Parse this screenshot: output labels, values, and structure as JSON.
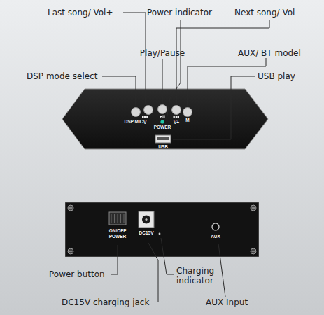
{
  "diagram": {
    "nodes": [
      {
        "text": [
          "DSP MIC",
          "V-",
          "POWER",
          "V+",
          "M",
          "USB"
        ]
      },
      {
        "text": [
          "ON/OFF POWER",
          "DC15V",
          "AUX"
        ]
      }
    ],
    "labels": [
      "Last song/ Vol+",
      "Power indicator",
      "Next song/ Vol-",
      "Play/Pause",
      "AUX/ BT model",
      "DSP mode select",
      "USB play",
      "Power button",
      "Charging indicator",
      "DC15V charging jack",
      "AUX Input"
    ]
  }
}
